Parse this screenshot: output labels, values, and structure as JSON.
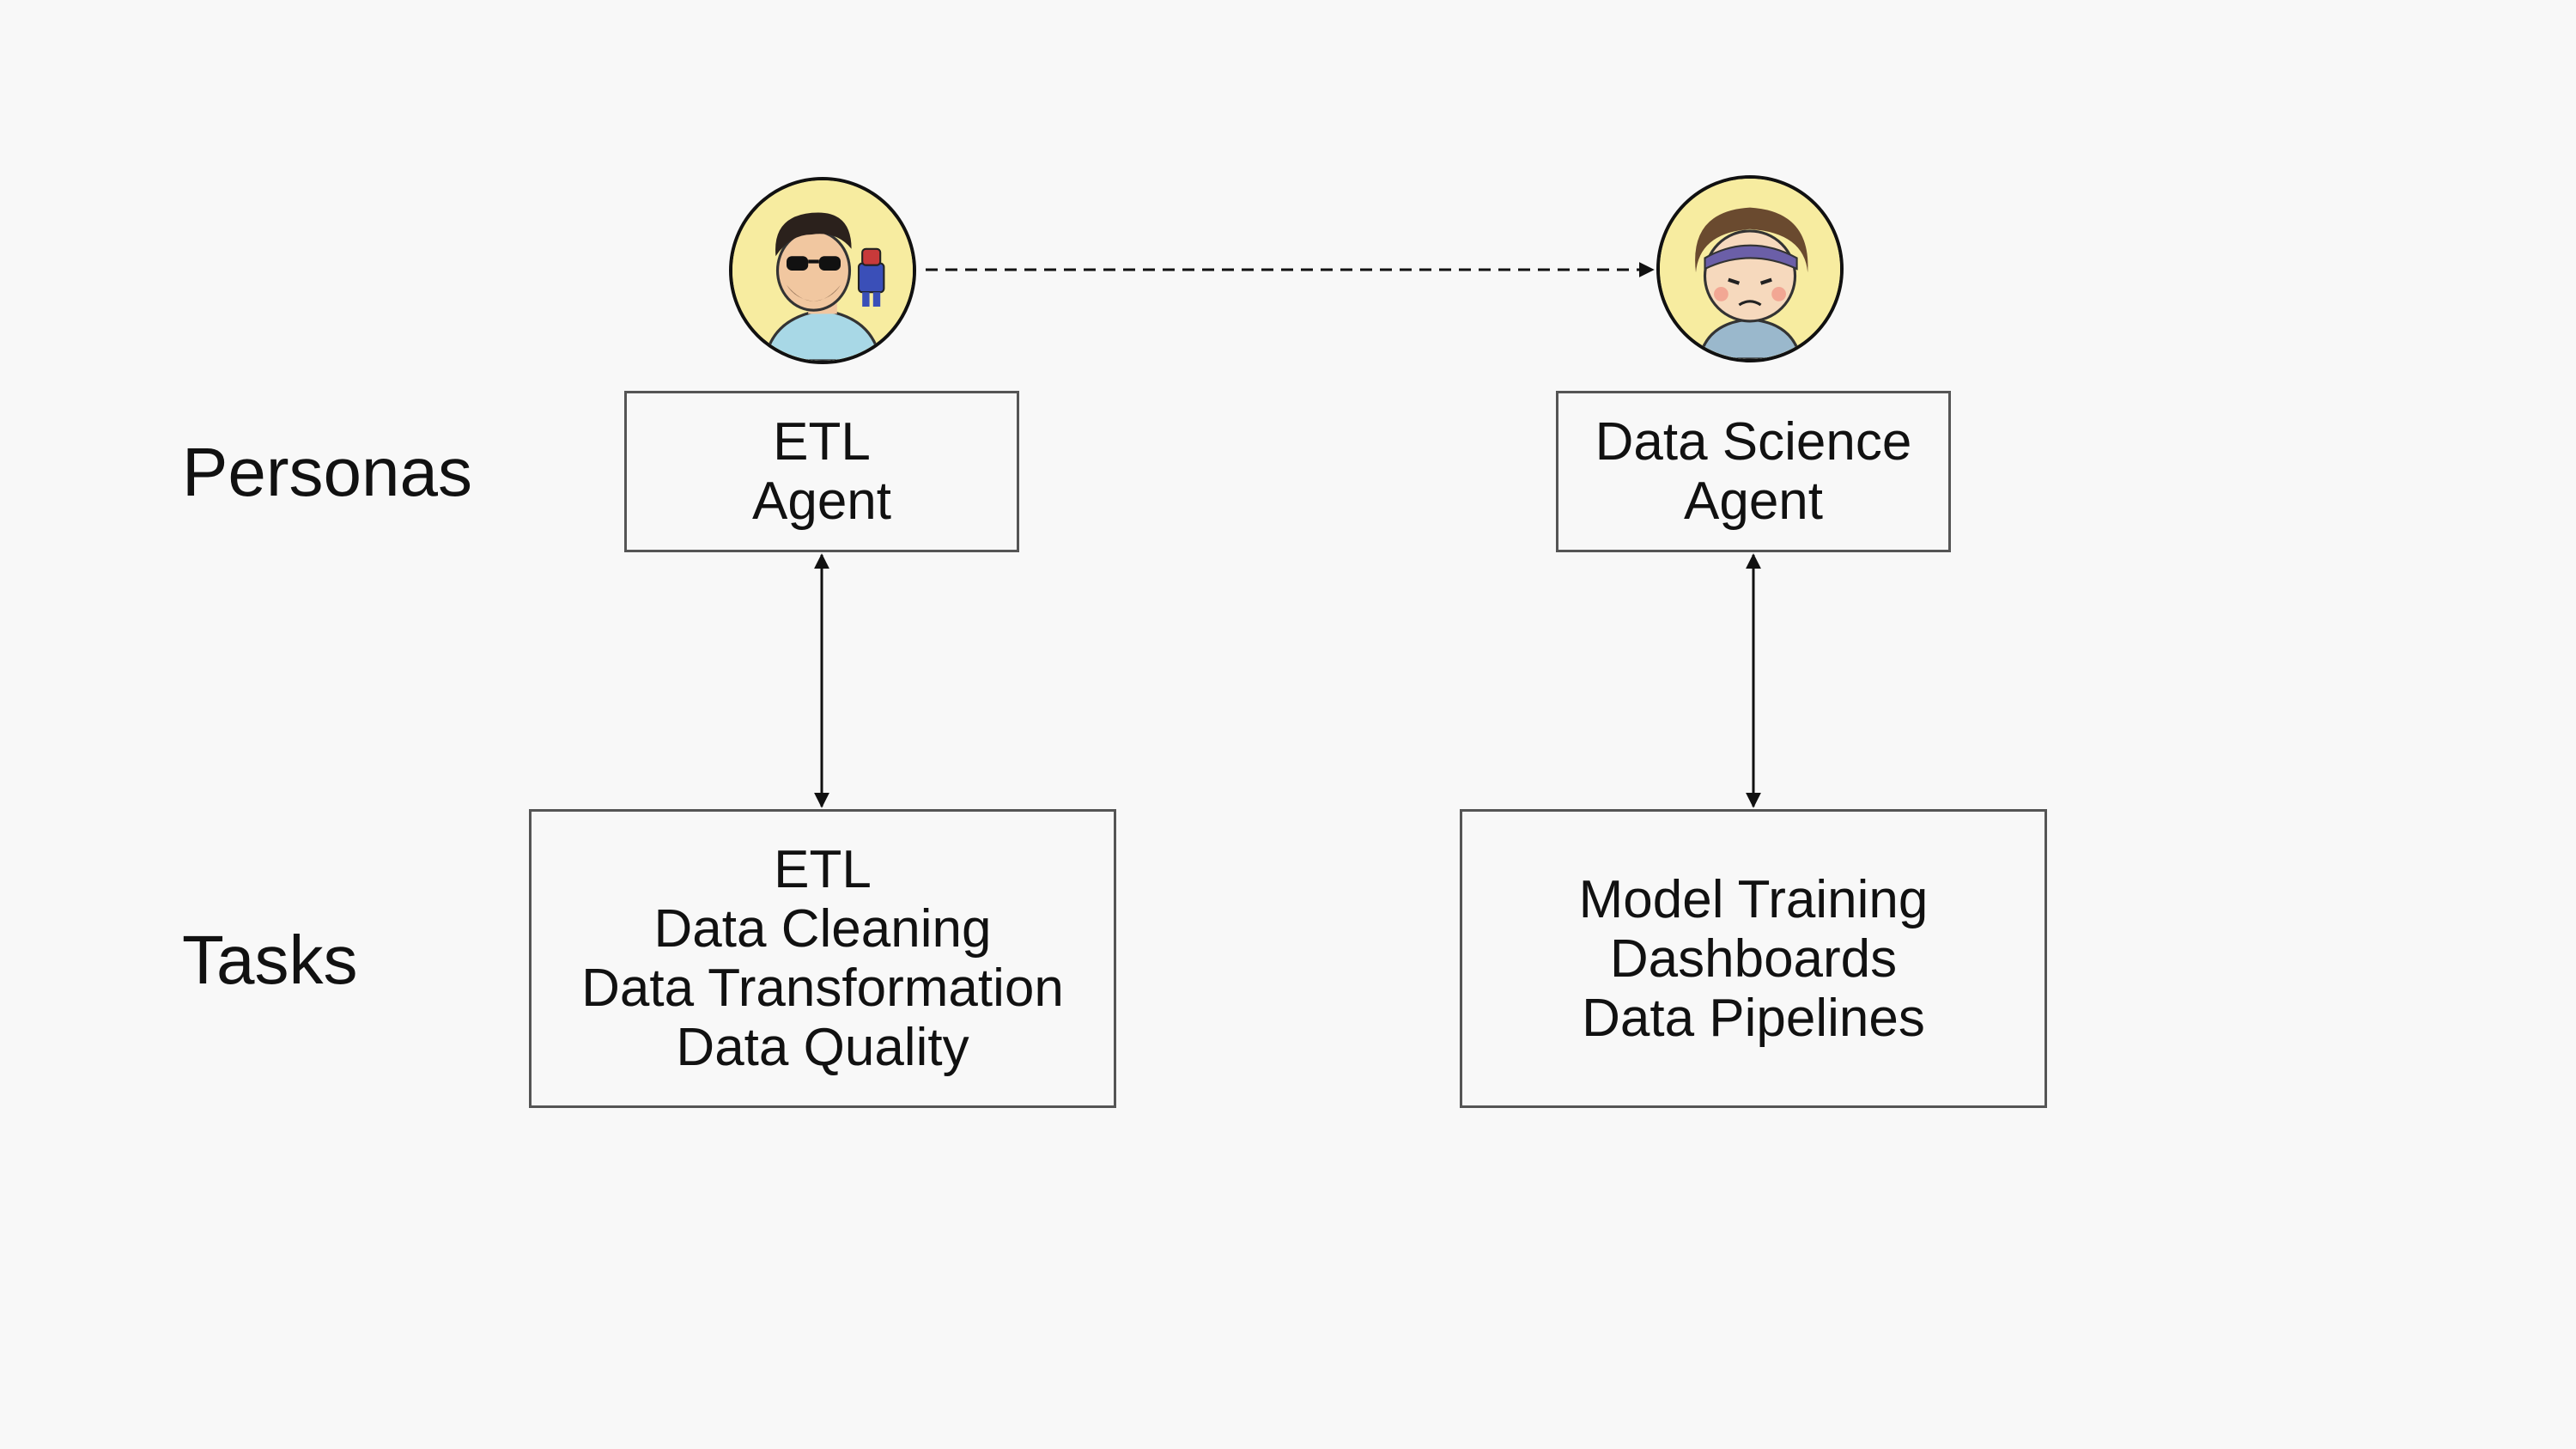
{
  "row_labels": {
    "personas": "Personas",
    "tasks": "Tasks"
  },
  "personas": [
    {
      "avatar_icon": "bearded-man-sunglasses-avatar-icon",
      "lines": [
        "ETL",
        "Agent"
      ]
    },
    {
      "avatar_icon": "headband-person-avatar-icon",
      "lines": [
        "Data Science",
        "Agent"
      ]
    }
  ],
  "tasks": [
    {
      "lines": [
        "ETL",
        "Data Cleaning",
        "Data Transformation",
        "Data Quality"
      ]
    },
    {
      "lines": [
        "Model Training",
        "Dashboards",
        "Data Pipelines"
      ]
    }
  ],
  "colors": {
    "background": "#f8f8f8",
    "box_border": "#555555",
    "avatar_fill": "#f7eca0",
    "connector": "#111111"
  }
}
